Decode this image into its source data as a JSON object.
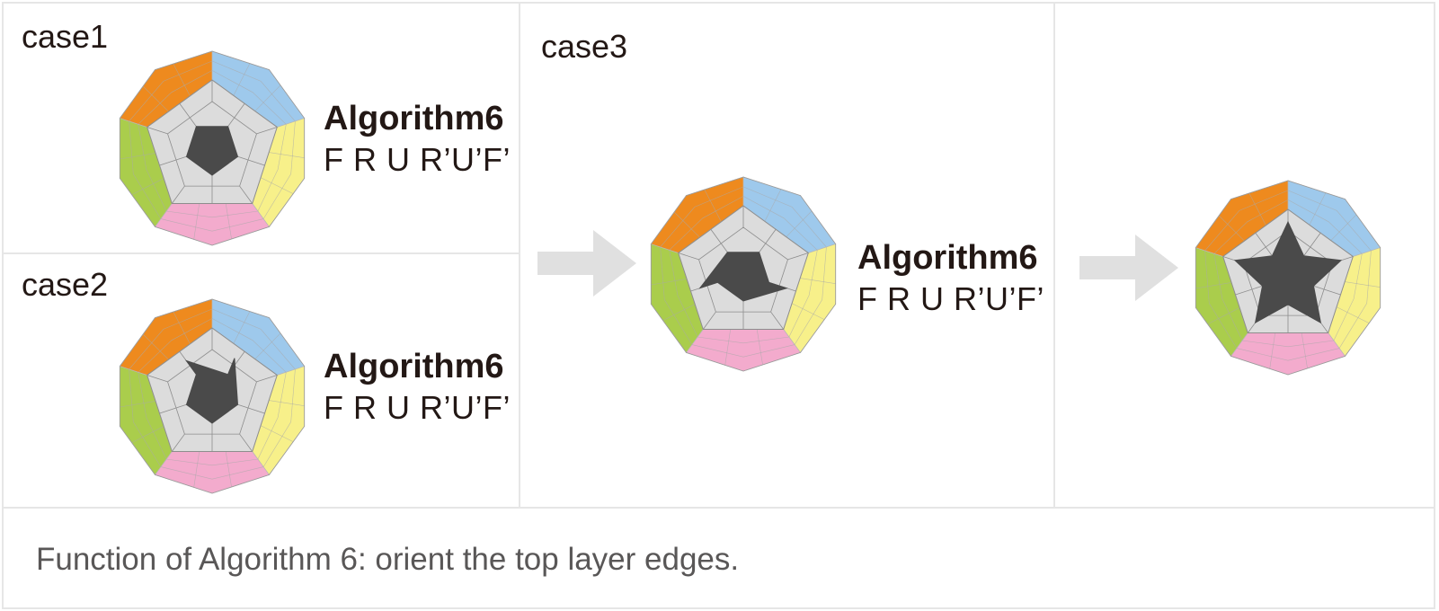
{
  "panels": [
    {
      "label": "case1",
      "algorithm": "Algorithm6",
      "moves": "F R U R’U’F’",
      "pattern": "pentagon"
    },
    {
      "label": "case2",
      "algorithm": "Algorithm6",
      "moves": "F R U R’U’F’",
      "pattern": "hook"
    },
    {
      "label": "case3",
      "algorithm": "Algorithm6",
      "moves": "F R U R’U’F’",
      "pattern": "line"
    },
    {
      "label": "",
      "algorithm": "",
      "moves": "",
      "pattern": "star"
    }
  ],
  "caption": "Function of Algorithm 6: orient the top layer edges.",
  "colors": {
    "orange": "#ee8a1e",
    "blue": "#9ec9ec",
    "yellow": "#f7f08a",
    "green": "#aacd4c",
    "pink": "#f3abcd",
    "top_face": "#dcdcdc",
    "oriented": "#4a4a4a",
    "arrow": "#e0e0e0",
    "grid": "#e6e6e6"
  }
}
